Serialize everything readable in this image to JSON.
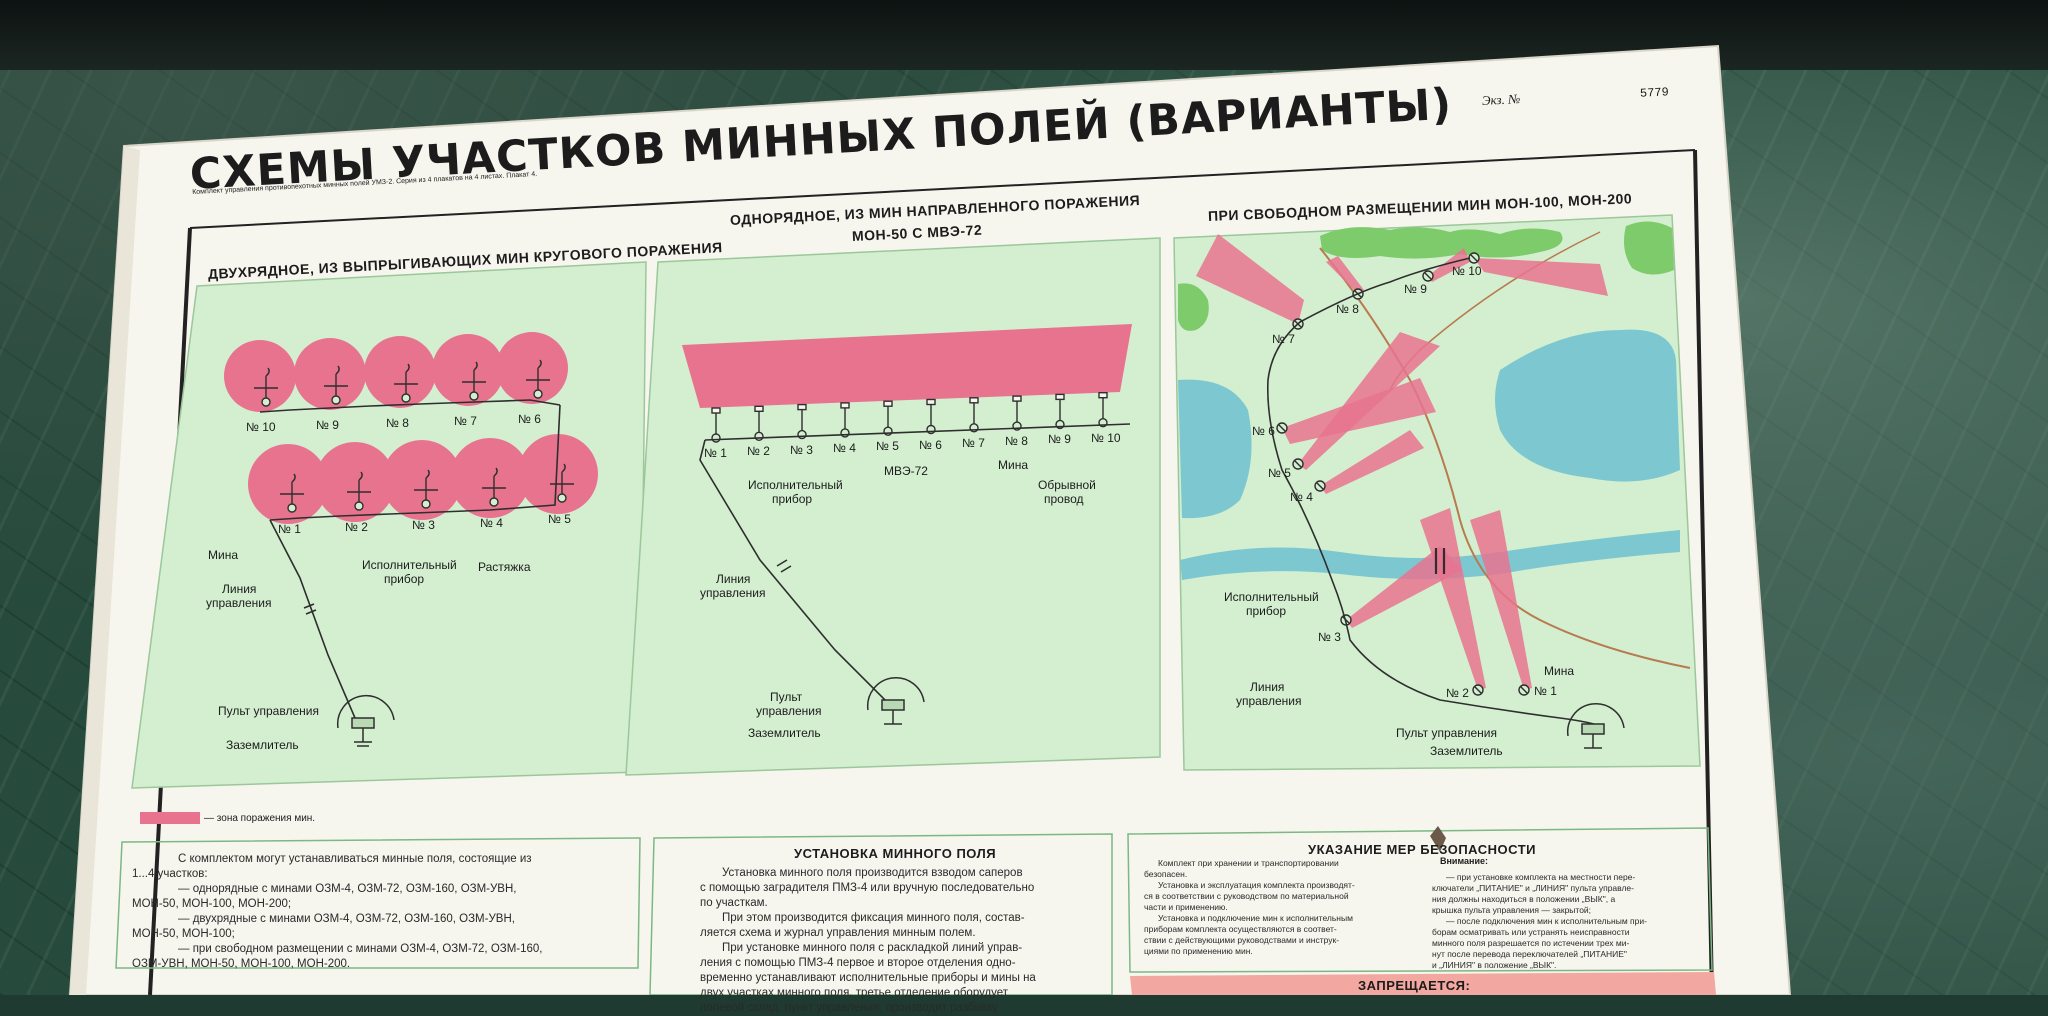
{
  "poster": {
    "header_small": "Комплект управления противопехотных минных полей УМЗ-2. Серия из 4 плакатов на 4 листах. Плакат 4.",
    "copy_label": "Экз. №",
    "copy_number": "5779",
    "title": "СХЕМЫ УЧАСТКОВ МИННЫХ ПОЛЕЙ (ВАРИАНТЫ)"
  },
  "panel1": {
    "title": "ДВУХРЯДНОЕ, ИЗ ВЫПРЫГИВАЮЩИХ МИН КРУГОВОГО ПОРАЖЕНИЯ",
    "top_row": [
      "№ 10",
      "№ 9",
      "№ 8",
      "№ 7",
      "№ 6"
    ],
    "bottom_row": [
      "№ 1",
      "№ 2",
      "№ 3",
      "№ 4",
      "№ 5"
    ],
    "label_mine": "Мина",
    "label_line_1": "Линия",
    "label_line_2": "управления",
    "label_device_1": "Исполнительный",
    "label_device_2": "прибор",
    "label_stretch": "Растяжка",
    "label_console": "Пульт управления",
    "label_ground": "Заземлитель"
  },
  "panel2": {
    "title_1": "ОДНОРЯДНОЕ, ИЗ МИН НАПРАВЛЕННОГО ПОРАЖЕНИЯ",
    "title_2": "МОН-50 С МВЭ-72",
    "mines": [
      "№ 1",
      "№ 2",
      "№ 3",
      "№ 4",
      "№ 5",
      "№ 6",
      "№ 7",
      "№ 8",
      "№ 9",
      "№ 10"
    ],
    "label_device_1": "Исполнительный",
    "label_device_2": "прибор",
    "label_mve": "МВЭ-72",
    "label_mine": "Мина",
    "label_wire_1": "Обрывной",
    "label_wire_2": "провод",
    "label_line_1": "Линия",
    "label_line_2": "управления",
    "label_console_1": "Пульт",
    "label_console_2": "управления",
    "label_ground": "Заземлитель"
  },
  "panel3": {
    "title": "ПРИ СВОБОДНОМ РАЗМЕЩЕНИИ МИН МОН-100, МОН-200",
    "mines": [
      "№ 10",
      "№ 9",
      "№ 8",
      "№ 7",
      "№ 6",
      "№ 5",
      "№ 4",
      "№ 3",
      "№ 2",
      "№ 1"
    ],
    "label_device_1": "Исполнительный",
    "label_device_2": "прибор",
    "label_line_1": "Линия",
    "label_line_2": "управления",
    "label_mine": "Мина",
    "label_console": "Пульт управления",
    "label_ground": "Заземлитель"
  },
  "legend": {
    "text": "— зона поражения мин."
  },
  "box1": {
    "lines": [
      "С комплектом могут устанавливаться минные поля, состоящие из",
      "1...4 участков:",
      "— однорядные с минами ОЗМ-4, ОЗМ-72, ОЗМ-160, ОЗМ-УВН,",
      "МОН-50, МОН-100, МОН-200;",
      "— двухрядные с минами ОЗМ-4, ОЗМ-72, ОЗМ-160, ОЗМ-УВН,",
      "МОН-50, МОН-100;",
      "— при свободном размещении с минами ОЗМ-4, ОЗМ-72, ОЗМ-160,",
      "ОЗМ-УВН, МОН-50, МОН-100, МОН-200."
    ]
  },
  "box2": {
    "title": "УСТАНОВКА МИННОГО ПОЛЯ",
    "lines": [
      "Установка минного поля производится взводом саперов",
      "с помощью заградителя ПМЗ-4 или вручную последовательно",
      "по участкам.",
      "При этом производится фиксация минного поля, состав-",
      "ляется схема и журнал управления минным полем.",
      "При установке минного поля с раскладкой линий управ-",
      "ления с помощью ПМЗ-4 первое и второе отделения одно-",
      "временно устанавливают исполнительные приборы и мины на",
      "двух участках минного поля, третье отделение оборудует",
      "полевой склад, пункт управления, производит разбивку"
    ]
  },
  "box3": {
    "title": "УКАЗАНИЕ МЕР БЕЗОПАСНОСТИ",
    "attention": "Внимание:",
    "left_lines": [
      "Комплект при хранении и транспортировании",
      "безопасен.",
      "Установка и эксплуатация комплекта производят-",
      "ся в соответствии с руководством по материальной",
      "части и применению.",
      "Установка и подключение мин к исполнительным",
      "приборам комплекта осуществляются в соответ-",
      "ствии с действующими руководствами и инструк-",
      "циями по применению мин."
    ],
    "right_lines": [
      "— при установке комплекта на местности пере-",
      "ключатели „ПИТАНИЕ\" и „ЛИНИЯ\" пульта управле-",
      "ния должны находиться в положении „ВЫК\", а",
      "крышка пульта управления — закрытой;",
      "— после подключения мин к исполнительным при-",
      "борам осматривать или устранять неисправности",
      "минного поля разрешается по истечении трех ми-",
      "нут после перевода переключателей „ПИТАНИЕ\"",
      "и „ЛИНИЯ\" в положение „ВЫК\"."
    ]
  },
  "box4": {
    "title": "ЗАПРЕЩАЕТСЯ:"
  },
  "colors": {
    "zone_pink": "#e8738f",
    "panel_green": "#cfeecb",
    "water_blue": "#7dc8d0",
    "tree_green": "#7ecb6b",
    "line_dark": "#333333",
    "road_brown": "#b87a4e",
    "warning_red": "#f2a8a0"
  }
}
